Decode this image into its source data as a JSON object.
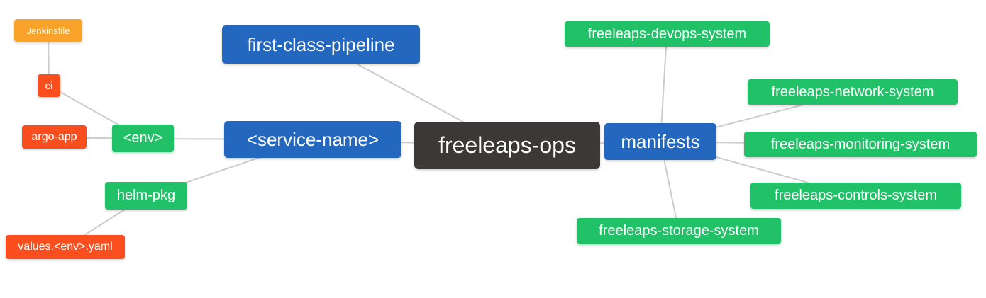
{
  "diagram": {
    "type": "mindmap",
    "background_color": "#ffffff",
    "edge_color": "#cccccc",
    "palette": {
      "root_dark": "#3b3837",
      "branch_blue": "#2368be",
      "leaf_green": "#21c167",
      "leaf_red": "#fa4e1e",
      "leaf_amber": "#f9a32b",
      "text": "#ffffff"
    },
    "root_label": "freeleaps-ops",
    "nodes": [
      {
        "id": "jenkinsfile",
        "label": "Jenkinsfile",
        "color": "#f9a32b",
        "level": "leaf"
      },
      {
        "id": "ci",
        "label": "ci",
        "color": "#fa4e1e",
        "level": "leaf"
      },
      {
        "id": "argo-app",
        "label": "argo-app",
        "color": "#fa4e1e",
        "level": "leaf"
      },
      {
        "id": "env",
        "label": "<env>",
        "color": "#21c167",
        "level": "sub-branch"
      },
      {
        "id": "helm-pkg",
        "label": "helm-pkg",
        "color": "#21c167",
        "level": "sub-branch"
      },
      {
        "id": "values-env-yaml",
        "label": "values.<env>.yaml",
        "color": "#fa4e1e",
        "level": "leaf"
      },
      {
        "id": "first-class-pipeline",
        "label": "first-class-pipeline",
        "color": "#2368be",
        "level": "branch"
      },
      {
        "id": "service-name",
        "label": "<service-name>",
        "color": "#2368be",
        "level": "branch"
      },
      {
        "id": "freeleaps-ops",
        "label": "freeleaps-ops",
        "color": "#3b3837",
        "level": "root"
      },
      {
        "id": "manifests",
        "label": "manifests",
        "color": "#2368be",
        "level": "branch"
      },
      {
        "id": "devops-system",
        "label": "freeleaps-devops-system",
        "color": "#21c167",
        "level": "leaf"
      },
      {
        "id": "network-system",
        "label": "freeleaps-network-system",
        "color": "#21c167",
        "level": "leaf"
      },
      {
        "id": "monitoring-system",
        "label": "freeleaps-monitoring-system",
        "color": "#21c167",
        "level": "leaf"
      },
      {
        "id": "controls-system",
        "label": "freeleaps-controls-system",
        "color": "#21c167",
        "level": "leaf"
      },
      {
        "id": "storage-system",
        "label": "freeleaps-storage-system",
        "color": "#21c167",
        "level": "leaf"
      }
    ],
    "edges": [
      [
        "jenkinsfile",
        "ci"
      ],
      [
        "ci",
        "env"
      ],
      [
        "argo-app",
        "env"
      ],
      [
        "env",
        "service-name"
      ],
      [
        "helm-pkg",
        "service-name"
      ],
      [
        "values-env-yaml",
        "helm-pkg"
      ],
      [
        "first-class-pipeline",
        "freeleaps-ops"
      ],
      [
        "service-name",
        "freeleaps-ops"
      ],
      [
        "freeleaps-ops",
        "manifests"
      ],
      [
        "manifests",
        "devops-system"
      ],
      [
        "manifests",
        "network-system"
      ],
      [
        "manifests",
        "monitoring-system"
      ],
      [
        "manifests",
        "controls-system"
      ],
      [
        "manifests",
        "storage-system"
      ]
    ]
  }
}
